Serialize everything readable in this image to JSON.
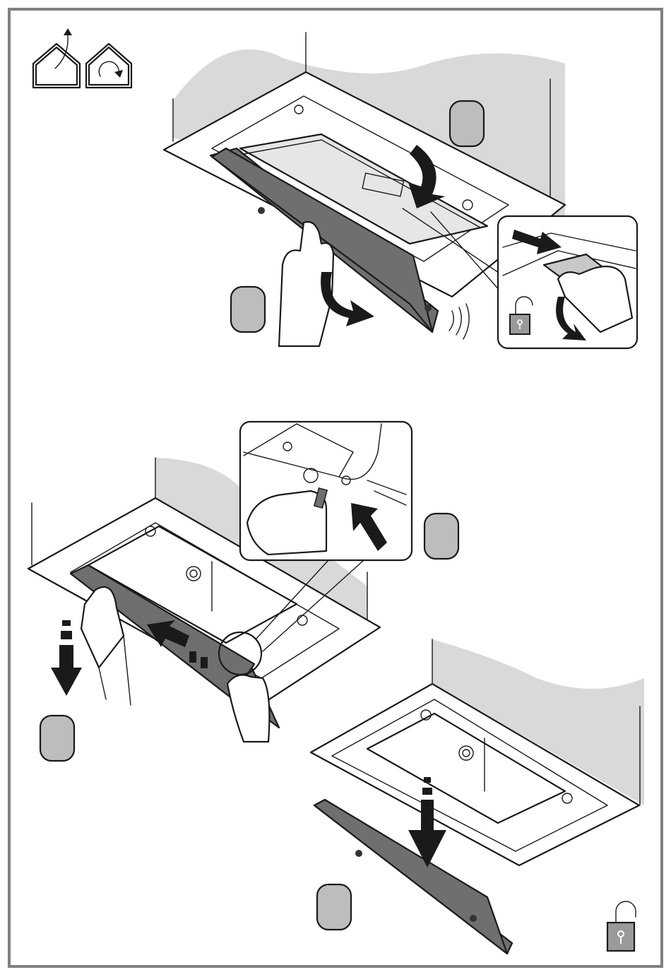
{
  "colors": {
    "frame_border": "#808080",
    "wall_gray": "#d9d9d9",
    "panel_dark": "#6f6f6f",
    "filter_light": "#e6e6e6",
    "step_badge": "#bdbdbd",
    "arrow_black": "#1a1a1a"
  },
  "icons": {
    "top_left": [
      "house-exhaust-icon",
      "house-recirculation-icon"
    ],
    "steps": [
      "step-badge-1",
      "step-badge-2",
      "step-badge-3",
      "step-badge-4",
      "step-badge-5"
    ],
    "locks": [
      "unlock-padlock-icon-inset",
      "unlock-padlock-icon-bottom"
    ]
  },
  "steps": [
    {
      "id": 1,
      "label": ""
    },
    {
      "id": 2,
      "label": ""
    },
    {
      "id": 3,
      "label": ""
    },
    {
      "id": 4,
      "label": ""
    },
    {
      "id": 5,
      "label": ""
    }
  ]
}
